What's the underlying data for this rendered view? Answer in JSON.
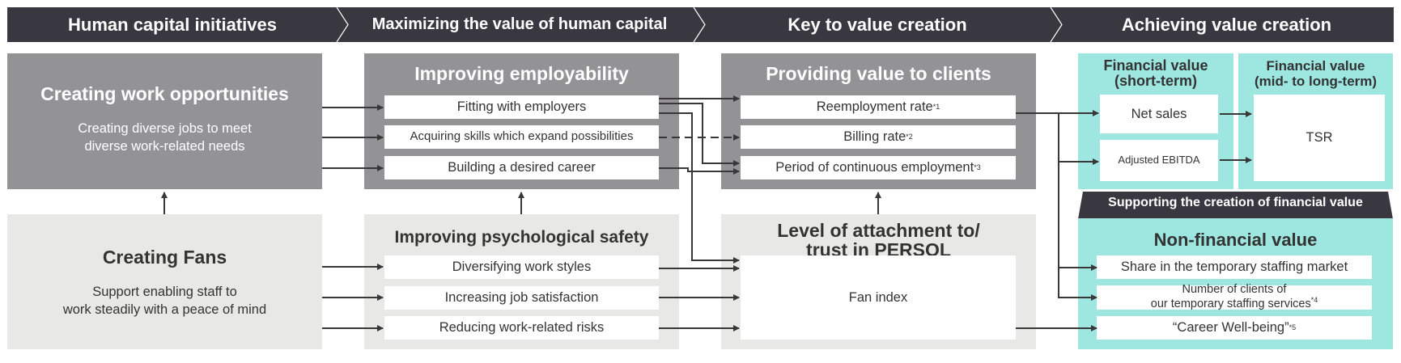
{
  "header": {
    "stages": [
      "Human capital initiatives",
      "Maximizing the value of human capital",
      "Key to value creation",
      "Achieving value creation"
    ]
  },
  "work_opportunities": {
    "title": "Creating work opportunities",
    "desc_line1": "Creating diverse jobs to meet",
    "desc_line2": "diverse work-related needs"
  },
  "fans": {
    "title": "Creating Fans",
    "desc_line1": "Support enabling staff to",
    "desc_line2": "work steadily with a peace of mind"
  },
  "employability": {
    "title": "Improving employability",
    "items": [
      "Fitting with employers",
      "Acquiring skills which expand possibilities",
      "Building a desired career"
    ]
  },
  "psych_safety": {
    "title": "Improving psychological safety",
    "items": [
      "Diversifying work styles",
      "Increasing job satisfaction",
      "Reducing work-related risks"
    ]
  },
  "client_value": {
    "title": "Providing value to clients",
    "items": [
      {
        "label": "Reemployment rate",
        "note": "*1"
      },
      {
        "label": "Billing rate",
        "note": "*2"
      },
      {
        "label": "Period of continuous employment",
        "note": "*3"
      }
    ]
  },
  "attachment": {
    "title_line1": "Level of attachment to/",
    "title_line2": "trust in PERSOL",
    "item": "Fan index"
  },
  "fin_short": {
    "title_line1": "Financial value",
    "title_line2": "(short-term)",
    "items": [
      "Net sales",
      "Adjusted EBITDA"
    ]
  },
  "fin_long": {
    "title_line1": "Financial value",
    "title_line2": "(mid- to long-term)",
    "item": "TSR"
  },
  "supporting": {
    "label": "Supporting the creation of financial value"
  },
  "non_financial": {
    "title": "Non-financial value",
    "items": [
      {
        "label": "Share in the temporary staffing market",
        "note": ""
      },
      {
        "label_line1": "Number of clients of",
        "label_line2": "our temporary staffing services",
        "note": "*4"
      },
      {
        "label": "“Career Well-being”",
        "note": " *5"
      }
    ]
  },
  "colors": {
    "header": "#393840",
    "dark_box": "#939396",
    "light_box": "#e8e9e6",
    "teal": "#9ee6e0",
    "arrow": "#3a3738"
  }
}
